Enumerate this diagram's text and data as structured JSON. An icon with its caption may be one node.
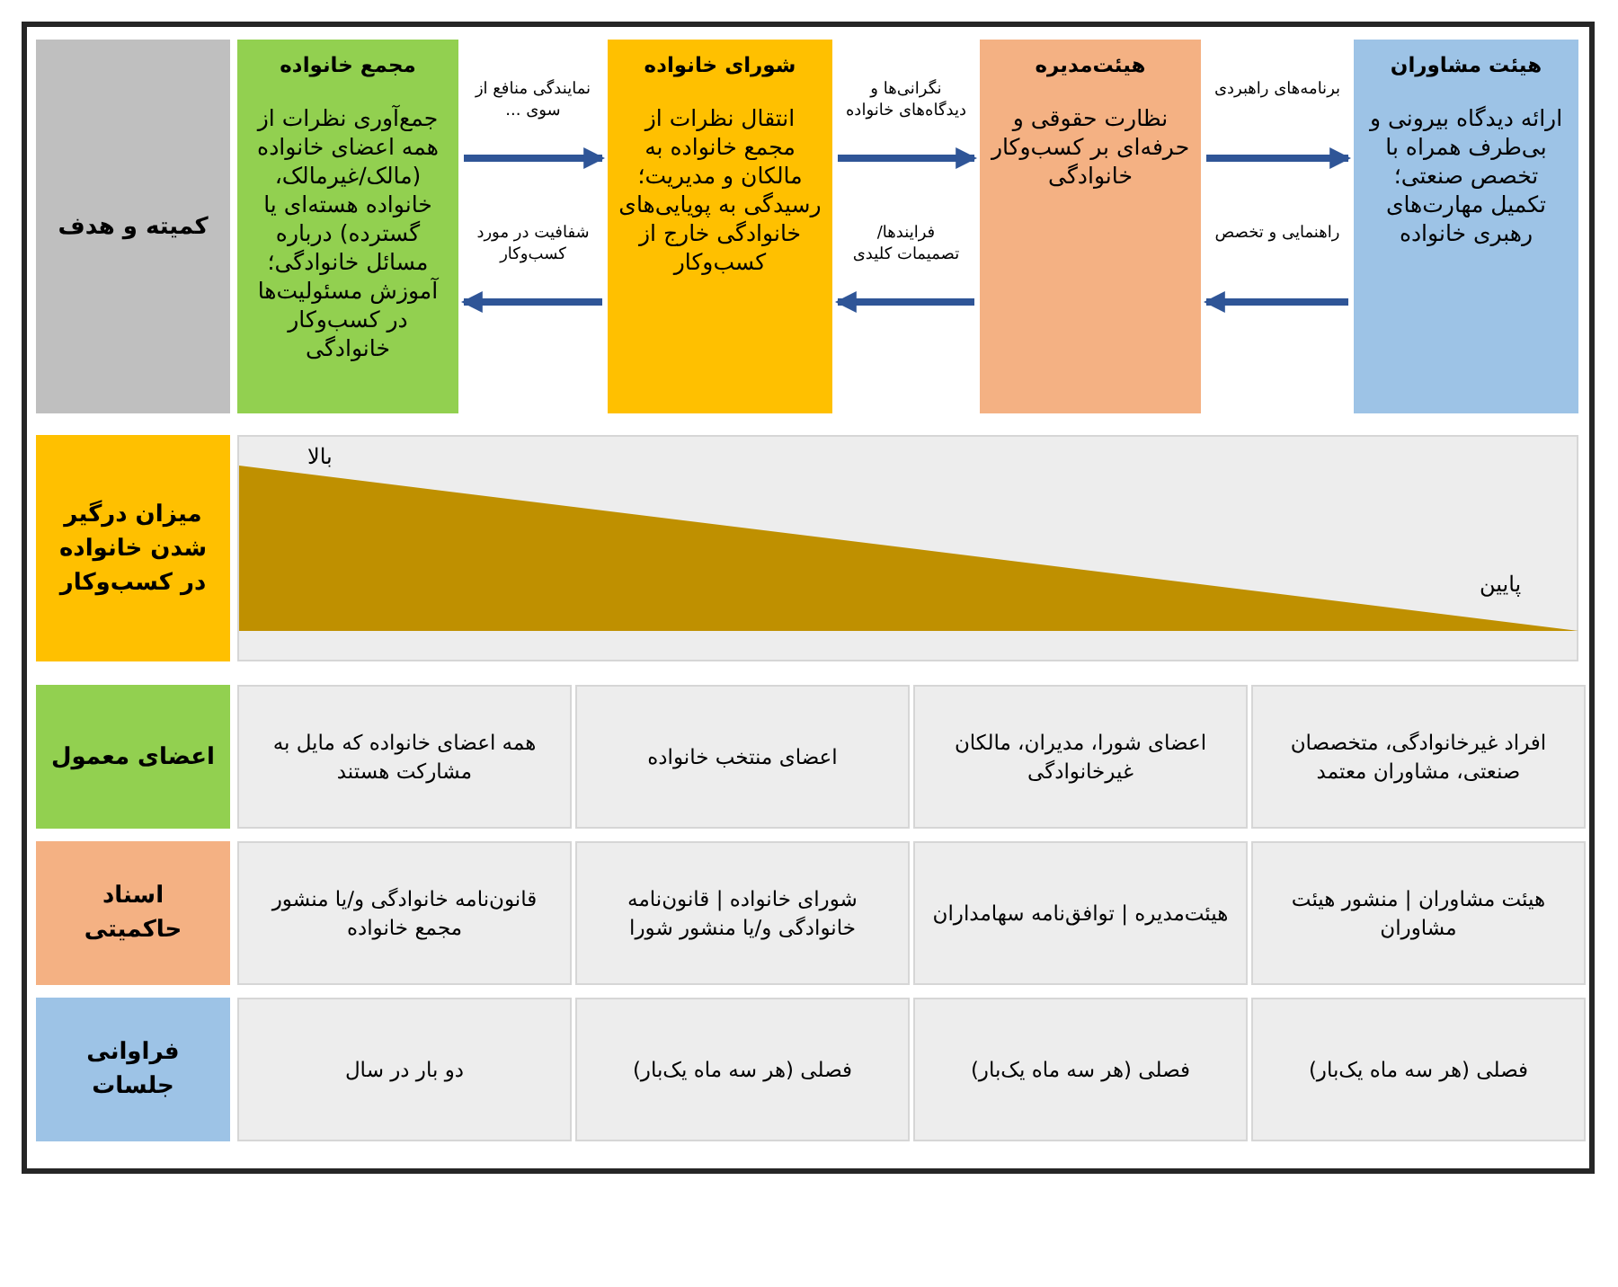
{
  "diagram": {
    "nodes": [
      {
        "text": [
          "کمیته و هدف"
        ]
      },
      {
        "text": [
          "مجمع خانواده",
          "جمع‌آوری نظرات از همه اعضای خانواده (مالک/غیرمالک، خانواده هسته‌ای یا گسترده) درباره مسائل خانوادگی؛ آموزش مسئولیت‌ها در کسب‌وکار خانوادگی"
        ]
      },
      {
        "text": [
          "شورای خانواده",
          "انتقال نظرات از مجمع خانواده به مالکان و مدیریت؛ رسیدگی به پویایی‌های خانوادگی خارج از کسب‌وکار"
        ]
      },
      {
        "text": [
          "هیئت‌مدیره",
          "نظارت حقوقی و حرفه‌ای بر کسب‌وکار خانوادگی"
        ]
      },
      {
        "text": [
          "هیئت مشاوران",
          "ارائه دیدگاه بیرونی و بی‌طرف همراه با تخصص صنعتی؛ تکمیل مهارت‌های رهبری خانواده"
        ]
      },
      {
        "text": [
          "میزان درگیر شدن خانواده در کسب‌وکار"
        ]
      },
      {
        "text": [
          "بالا",
          "پایین"
        ]
      },
      {
        "text": [
          "اعضای معمول"
        ]
      },
      {
        "text": [
          "همه اعضای خانواده که مایل به مشارکت هستند"
        ]
      },
      {
        "text": [
          "اعضای منتخب خانواده"
        ]
      },
      {
        "text": [
          "اعضای شورا، مدیران، مالکان غیرخانوادگی"
        ]
      },
      {
        "text": [
          "افراد غیرخانوادگی، متخصصان صنعتی، مشاوران معتمد"
        ]
      },
      {
        "text": [
          "اسناد حاکمیتی"
        ]
      },
      {
        "text": [
          "قانون‌نامه خانوادگی و/یا منشور مجمع خانواده"
        ]
      },
      {
        "text": [
          "شورای خانواده | قانون‌نامه خانوادگی و/یا منشور شورا"
        ]
      },
      {
        "text": [
          "هیئت‌مدیره | توافق‌نامه سهامداران"
        ]
      },
      {
        "text": [
          "هیئت مشاوران | منشور هیئت مشاوران"
        ]
      },
      {
        "text": [
          "فراوانی جلسات"
        ]
      },
      {
        "text": [
          "دو بار در سال"
        ]
      },
      {
        "text": [
          "فصلی (هر سه ماه یک‌بار)"
        ]
      },
      {
        "text": [
          "فصلی (هر سه ماه یک‌بار)"
        ]
      },
      {
        "text": [
          "فصلی (هر سه ماه یک‌بار)"
        ]
      }
    ],
    "edges": [
      {
        "from": 1,
        "to": 2,
        "arrow": "to",
        "label": "نمایندگی منافع از سوی ..."
      },
      {
        "from": 2,
        "to": 1,
        "arrow": "to",
        "label": "شفافیت در مورد کسب‌وکار"
      },
      {
        "from": 2,
        "to": 3,
        "arrow": "to",
        "label": "نگرانی‌ها و دیدگاه‌های خانواده"
      },
      {
        "from": 3,
        "to": 2,
        "arrow": "to",
        "label": "فرایندها/ تصمیمات کلیدی"
      },
      {
        "from": 3,
        "to": 4,
        "arrow": "to",
        "label": "برنامه‌های راهبردی"
      },
      {
        "from": 4,
        "to": 3,
        "arrow": "to",
        "label": "راهنمایی و تخصص"
      }
    ]
  }
}
